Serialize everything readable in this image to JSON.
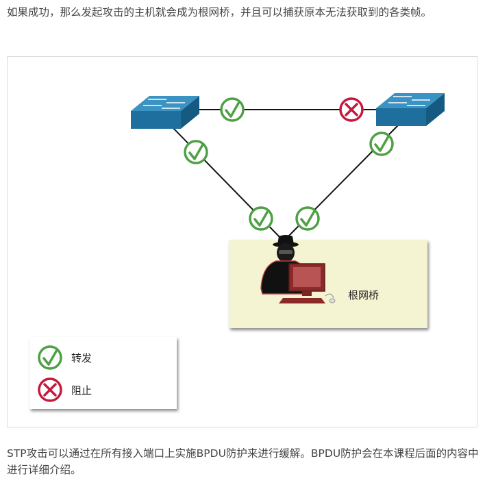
{
  "intro_text": "如果成功，那么发起攻击的主机就会成为根网桥，并且可以捕获原本无法获取到的各类帧。",
  "outro_text": "STP攻击可以通过在所有接入端口上实施BPDU防护来进行缓解。BPDU防护会在本课程后面的内容中进行详细介绍。",
  "diagram": {
    "root_bridge_label": "根网桥",
    "legend": {
      "forward_label": "转发",
      "block_label": "阻止"
    }
  },
  "colors": {
    "forward": "#4ea044",
    "block": "#c4193d",
    "switch_top": "#3a93c2",
    "switch_front": "#1f6f9e",
    "root_panel": "#f4f4d3",
    "attacker_monitor": "#8c2a2a"
  }
}
